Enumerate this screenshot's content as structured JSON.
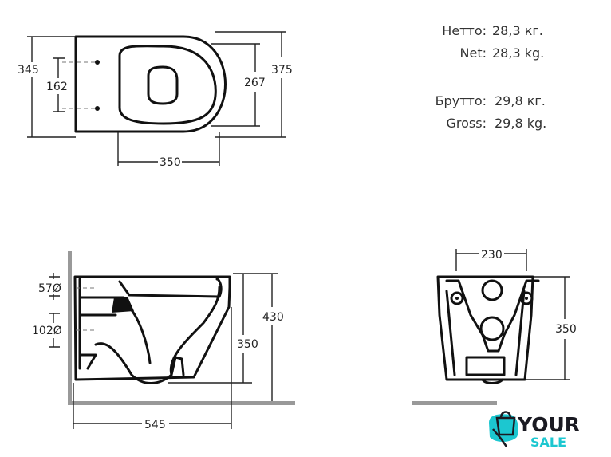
{
  "weights": {
    "netto_ru_label": "Нетто:",
    "netto_ru_value": "28,3  кг.",
    "netto_en_label": "Net:",
    "netto_en_value": "28,3 kg.",
    "brutto_ru_label": "Брутто:",
    "brutto_ru_value": "29,8 кг.",
    "brutto_en_label": "Gross:",
    "brutto_en_value": "29,8 kg."
  },
  "top_view": {
    "dim_width_left": "345",
    "dim_holes": "162",
    "dim_width_right": "375",
    "dim_seat": "267",
    "dim_length": "350"
  },
  "side_view": {
    "dim_pipe_small": "57Ø",
    "dim_pipe_large": "102Ø",
    "dim_height_total": "430",
    "dim_height_body": "350",
    "dim_depth": "545"
  },
  "front_view": {
    "dim_holes_spacing": "230",
    "dim_height": "350"
  },
  "logo": {
    "word1": "YOUR",
    "word2": "SALE",
    "color_dark": "#1a1a22",
    "color_accent": "#1cc7d0"
  }
}
